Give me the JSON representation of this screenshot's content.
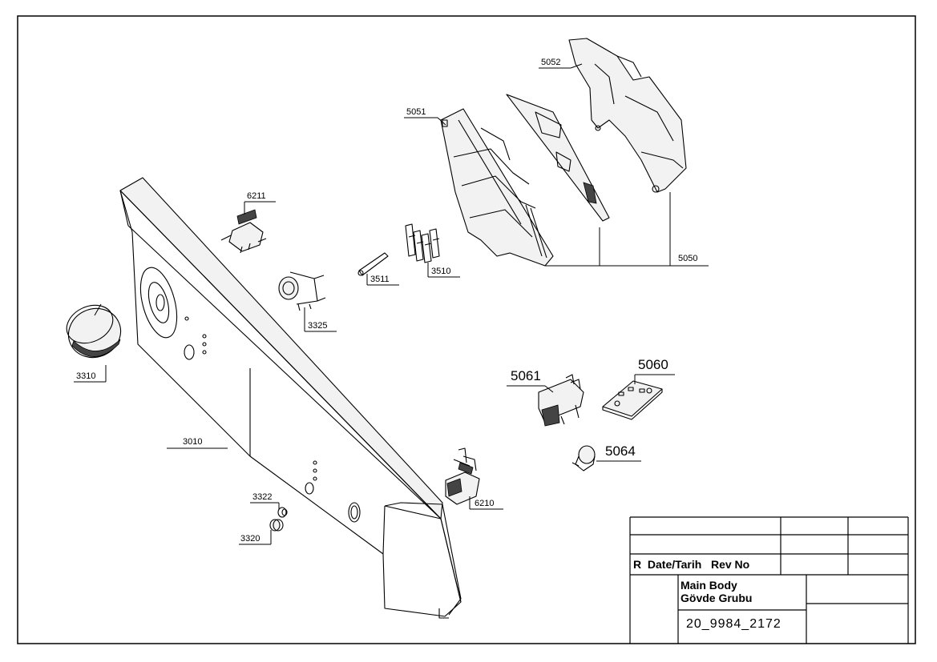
{
  "drawing": {
    "part_labels": {
      "p5052": "5052",
      "p5051": "5051",
      "p5050": "5050",
      "p6211": "6211",
      "p3511": "3511",
      "p3510": "3510",
      "p3325": "3325",
      "p3310": "3310",
      "p5061": "5061",
      "p5060": "5060",
      "p5064": "5064",
      "p3010": "3010",
      "p6210": "6210",
      "p3322": "3322",
      "p3320": "3320"
    }
  },
  "title_block": {
    "revision_header": "R  Date/Tarih   Rev No",
    "title_line1": "Main Body",
    "title_line2": "Gövde Grubu",
    "drawing_number": "20_9984_2172"
  }
}
